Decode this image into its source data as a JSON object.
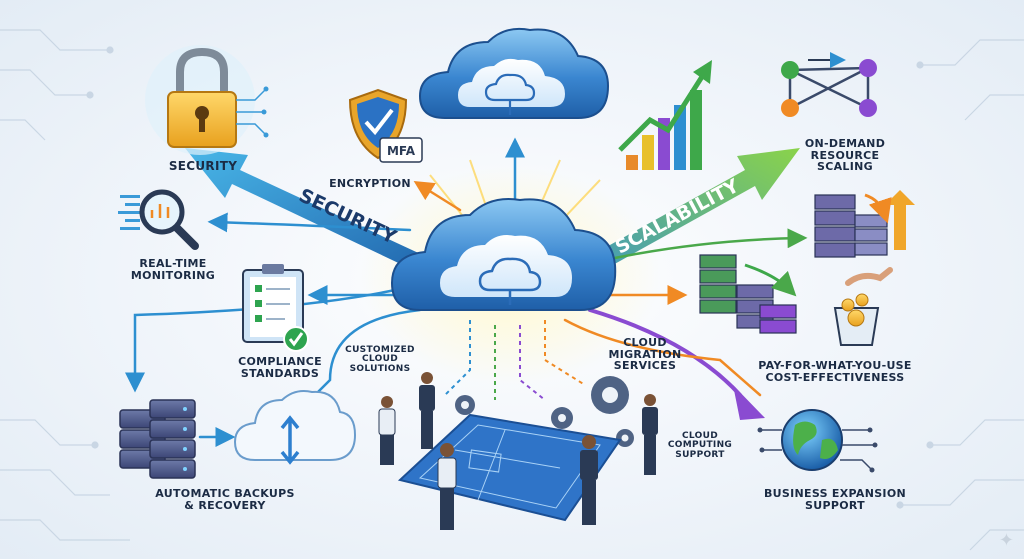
{
  "labels": {
    "security": "Security",
    "encryption": "Encryption",
    "mfa": "MFA",
    "realtime": "Real-time\nMonitoring",
    "compliance": "Compliance\nStandards",
    "backups": "Automatic Backups\n& Recovery",
    "customized": "Customized\nCloud\nSolutions",
    "migration": "Cloud\nMigration\nServices",
    "computing": "Cloud\nComputing\nSupport",
    "on_demand": "On-Demand\nResource\nScaling",
    "pay": "Pay-for-what-you-use\nCost-effectiveness",
    "expansion": "Business Expansion\nSupport"
  },
  "banners": {
    "security": "Security",
    "scalability": "Scalability"
  },
  "colors": {
    "cloud": "#3a7fc9",
    "security_arrow": "#2d8fd0",
    "scalability_arrow": "#5cb84a",
    "purple_arrow": "#8a4bd1",
    "orange_arrow": "#f08a24",
    "dark_text": "#1b2b44"
  }
}
